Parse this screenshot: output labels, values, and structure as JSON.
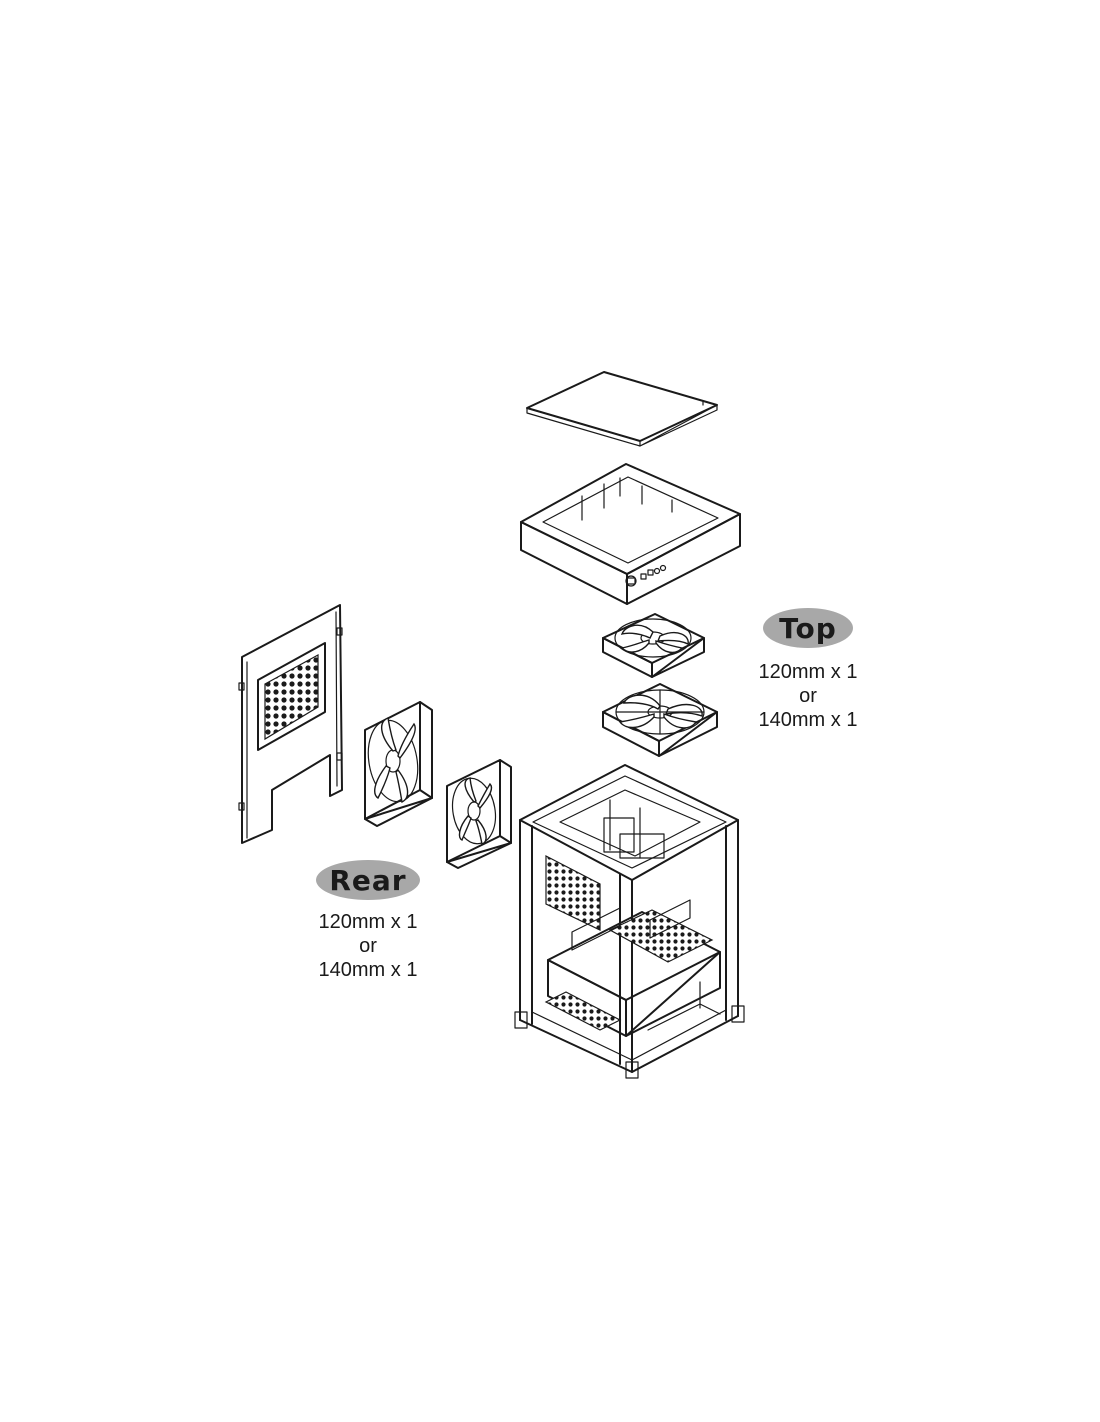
{
  "top_label": {
    "badge": "Top",
    "spec_line1": "120mm x 1",
    "spec_line2": "or",
    "spec_line3": "140mm x 1"
  },
  "rear_label": {
    "badge": "Rear",
    "spec_line1": "120mm x 1",
    "spec_line2": "or",
    "spec_line3": "140mm x 1"
  },
  "colors": {
    "badge_fill": "#a8a8a8",
    "line": "#1a1a1a",
    "background": "#ffffff"
  }
}
